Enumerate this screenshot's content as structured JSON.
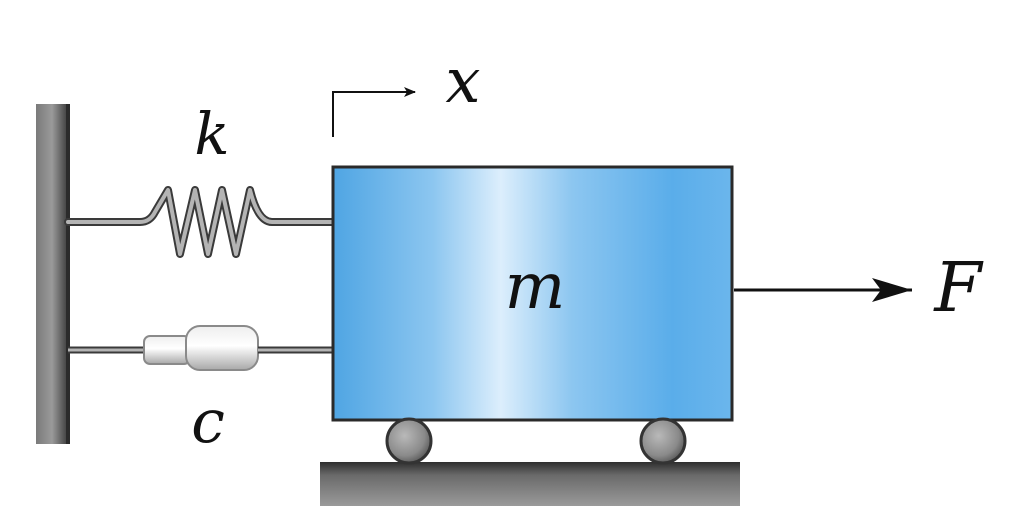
{
  "diagram": {
    "labels": {
      "spring": "k",
      "damper": "c",
      "displacement": "x",
      "mass": "m",
      "force": "F"
    },
    "colors": {
      "mass_fill_edge": "#5eaee8",
      "mass_fill_center": "#d9ecfb",
      "mass_stroke": "#2a2a2a",
      "wall": "#6a6a6a",
      "ground": "#5a5a5a",
      "wheel": "#8a8a8a",
      "wire": "#8c8c8c",
      "arrow": "#111111"
    }
  }
}
